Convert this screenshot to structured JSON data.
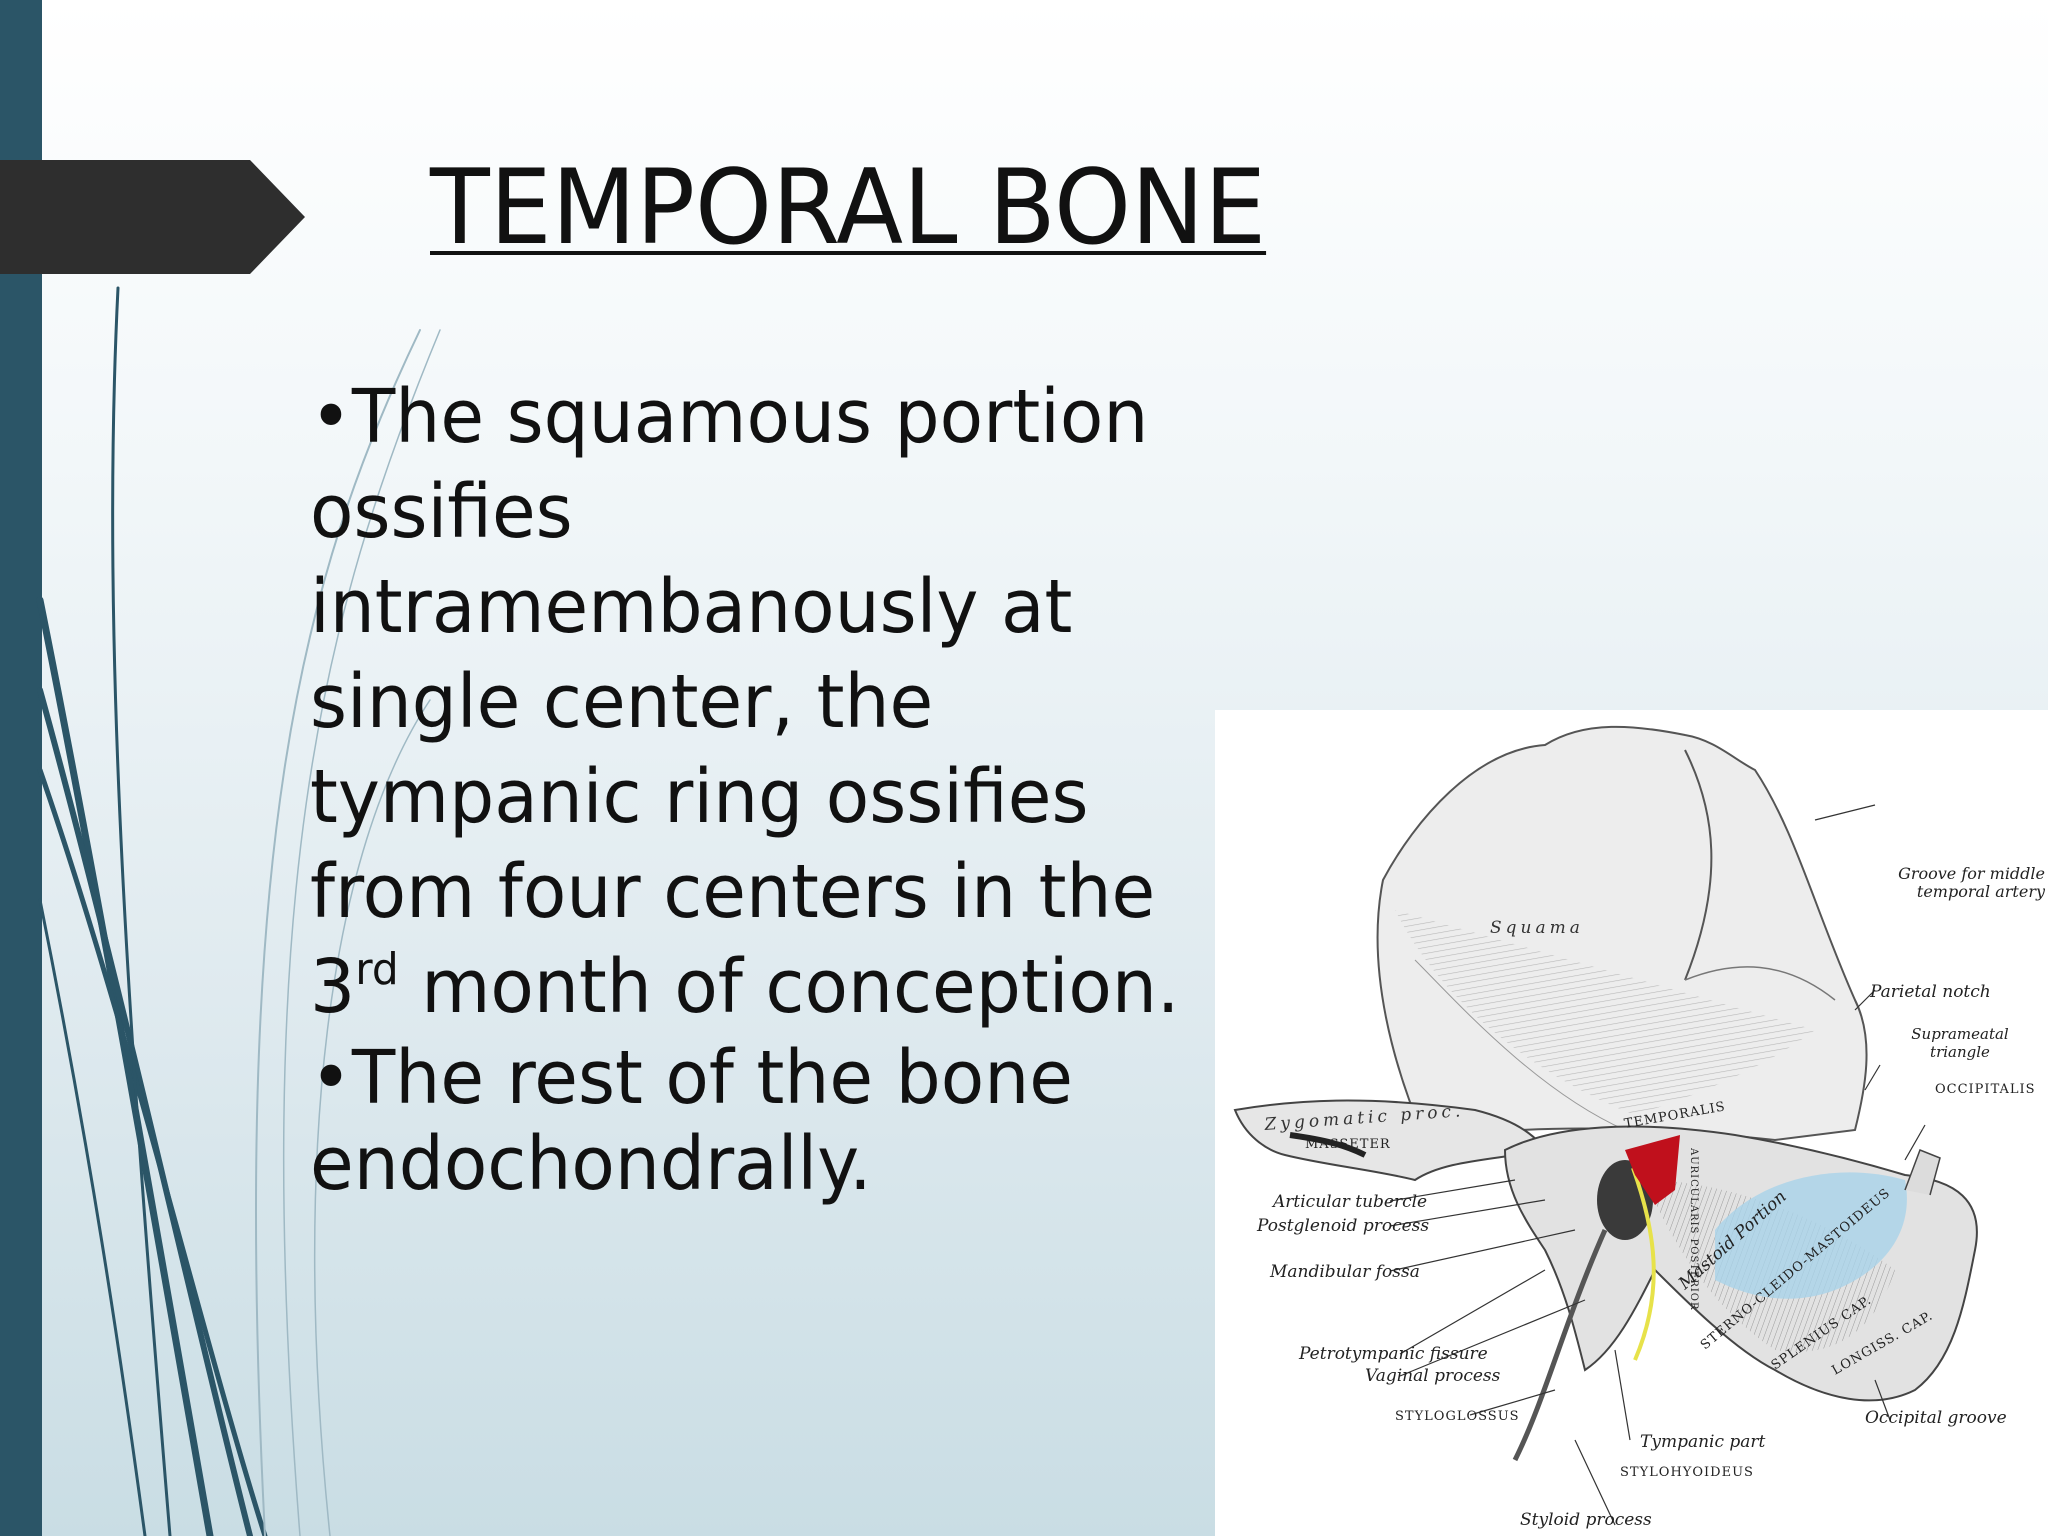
{
  "slide": {
    "title": "TEMPORAL BONE",
    "bullet1": {
      "marker": "•",
      "text_before": "The squamous portion ossifies intramembanously at single center, the tympanic ring ossifies from four centers in the 3",
      "superscript": "rd",
      "text_after": " month of conception."
    },
    "bullet2": {
      "marker": "•",
      "text": "The rest of the bone endochondrally."
    }
  },
  "figure": {
    "labels": {
      "squama": "Squama",
      "zygomatic": "Zygomatic proc.",
      "masseter": "MASSETER",
      "temporalis": "TEMPORALIS",
      "auricularis": "AURICULARIS POSTERIOR",
      "mastoid": "Mastoid Portion",
      "sternocleido": "STERNO-CLEIDO-MASTOIDEUS",
      "splenius": "SPLENIUS CAP.",
      "longissimus": "LONGISS. CAP.",
      "groove_middle": "Groove for middle temporal artery",
      "parietal_notch": "Parietal notch",
      "suprameatal": "Suprameatal triangle",
      "occipitalis": "OCCIPITALIS",
      "articular": "Articular tubercle",
      "postglenoid": "Postglenoid process",
      "mandibular": "Mandibular fossa",
      "petrotympanic": "Petrotympanic fissure",
      "vaginal": "Vaginal process",
      "styloglossus": "STYLOGLOSSUS",
      "occipital_groove": "Occipital groove",
      "tympanic_part": "Tympanic part",
      "stylohyoideus": "STYLOHYOIDEUS",
      "styloid": "Styloid process"
    },
    "colors": {
      "mastoid_highlight": "#a9d3ea",
      "tympanic_highlight": "#c0101c",
      "ring_highlight": "#e7e24a"
    }
  },
  "theme": {
    "left_bar_color": "#2b5567",
    "arrow_color": "#2e2e2e"
  }
}
